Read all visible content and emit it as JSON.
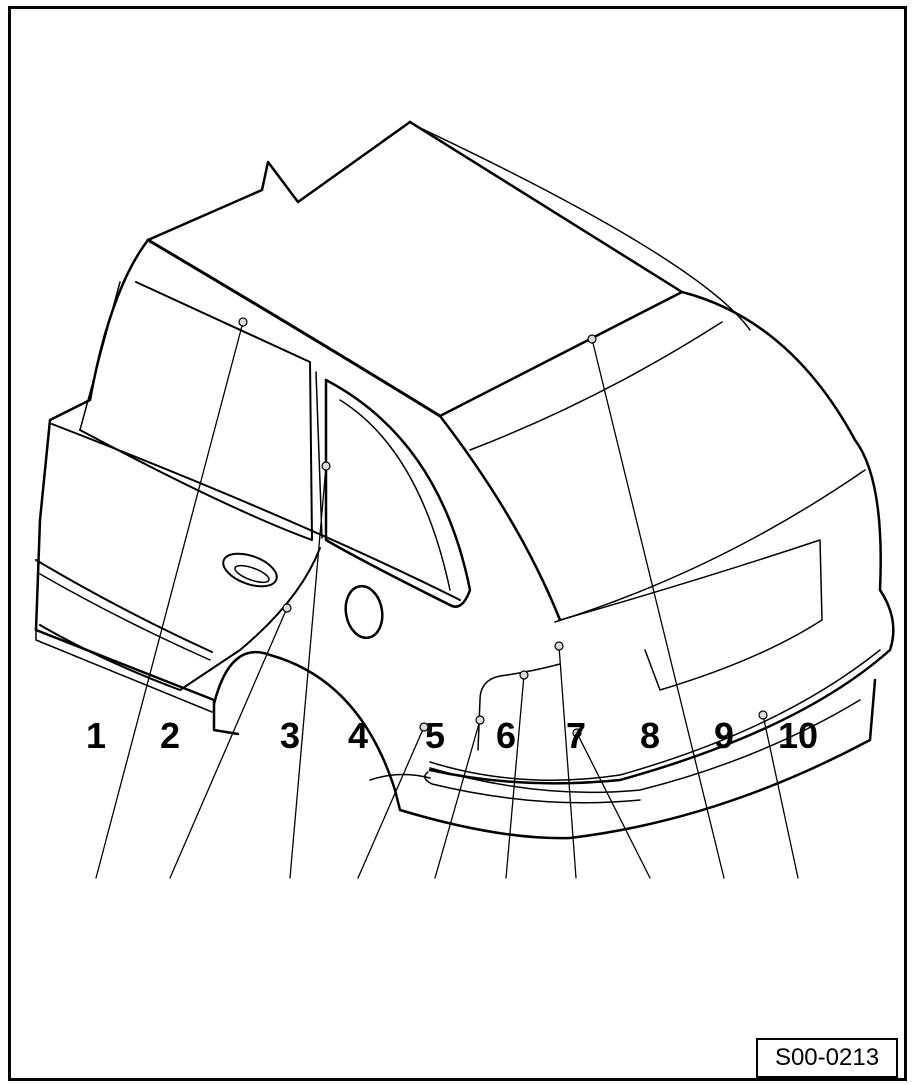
{
  "figure": {
    "id_label": "S00-0213",
    "callouts": [
      "1",
      "2",
      "3",
      "4",
      "5",
      "6",
      "7",
      "8",
      "9",
      "10"
    ]
  }
}
